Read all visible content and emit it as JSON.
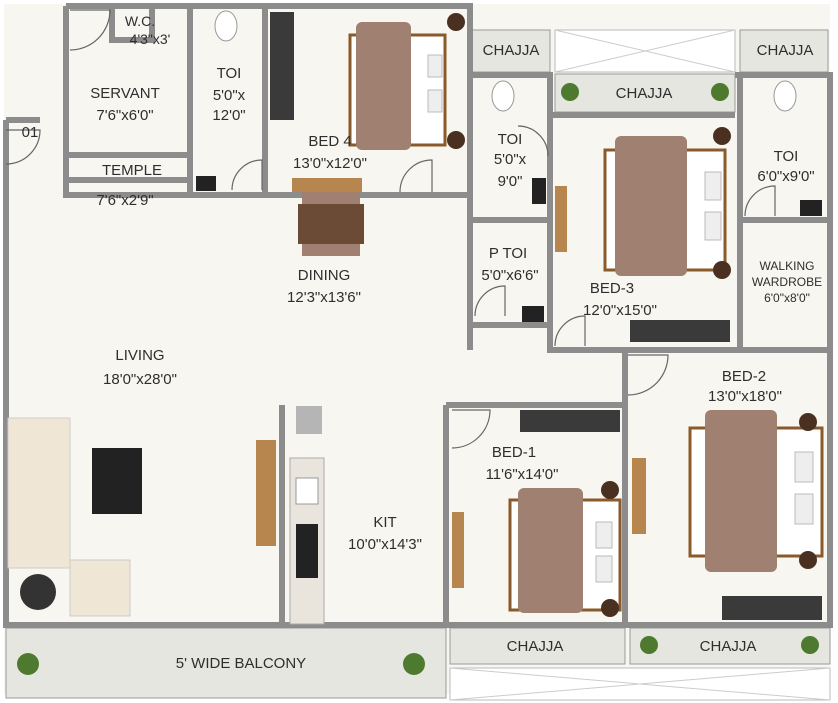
{
  "rooms": {
    "wc": {
      "name": "W.C.",
      "size": "4'3\"x3'"
    },
    "servant": {
      "name": "SERVANT",
      "size": "7'6\"x6'0\""
    },
    "toi_servant": {
      "name": "TOI",
      "size_a": "5'0\"x",
      "size_b": "12'0\""
    },
    "bed4": {
      "name": "BED 4",
      "size": "13'0\"x12'0\""
    },
    "door_01": {
      "name": "01"
    },
    "temple": {
      "name": "TEMPLE",
      "size": "7'6\"x2'9\""
    },
    "dining": {
      "name": "DINING",
      "size": "12'3\"x13'6\""
    },
    "living": {
      "name": "LIVING",
      "size": "18'0\"x28'0\""
    },
    "toi_mid": {
      "name": "TOI",
      "size_a": "5'0\"x",
      "size_b": "9'0\""
    },
    "p_toi": {
      "name": "P TOI",
      "size": "5'0\"x6'6\""
    },
    "bed3": {
      "name": "BED-3",
      "size": "12'0\"x15'0\""
    },
    "toi_right": {
      "name": "TOI",
      "size": "6'0\"x9'0\""
    },
    "walking_wardrobe": {
      "name_a": "WALKING",
      "name_b": "WARDROBE",
      "size": "6'0\"x8'0\""
    },
    "bed2": {
      "name": "BED-2",
      "size": "13'0\"x18'0\""
    },
    "bed1": {
      "name": "BED-1",
      "size": "11'6\"x14'0\""
    },
    "kit": {
      "name": "KIT",
      "size": "10'0\"x14'3\""
    },
    "balcony": {
      "name": "5' WIDE BALCONY"
    },
    "chajja_top_left": {
      "name": "CHAJJA"
    },
    "chajja_top_mid": {
      "name": "CHAJJA"
    },
    "chajja_top_right": {
      "name": "CHAJJA"
    },
    "chajja_bottom_left": {
      "name": "CHAJJA"
    },
    "chajja_bottom_right": {
      "name": "CHAJJA"
    }
  },
  "colors": {
    "wall": "#8c8c8c",
    "floor": "#f7f6f1",
    "chajja": "#e6e6e0",
    "bedsheet": "#a08070",
    "wood": "#8a5a2b",
    "text": "#2e2e2e"
  }
}
